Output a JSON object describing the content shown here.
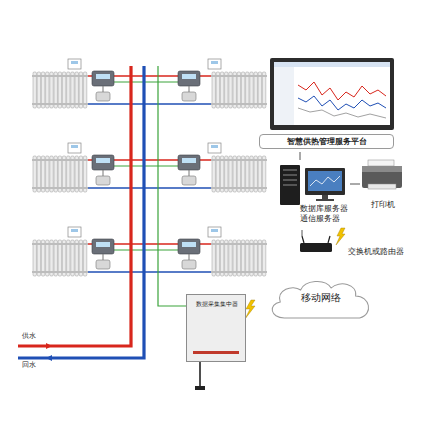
{
  "diagram": {
    "nodes": [
      {
        "text": [
          "智慧供热管理服务平台"
        ]
      },
      {
        "text": [
          "数据库服务器 通信服务器"
        ]
      },
      {
        "text": [
          "打印机"
        ]
      },
      {
        "text": [
          "交换机或路由器"
        ]
      },
      {
        "text": [
          "移动网络"
        ]
      },
      {
        "text": [
          "数据采集集中器"
        ]
      }
    ],
    "edges": [
      {
        "from": 1,
        "to": 0,
        "arrow": "none"
      },
      {
        "from": 1,
        "to": 2,
        "arrow": "none"
      },
      {
        "from": 1,
        "to": 3,
        "arrow": "none"
      }
    ],
    "labels": [
      "供水",
      "回水"
    ]
  }
}
